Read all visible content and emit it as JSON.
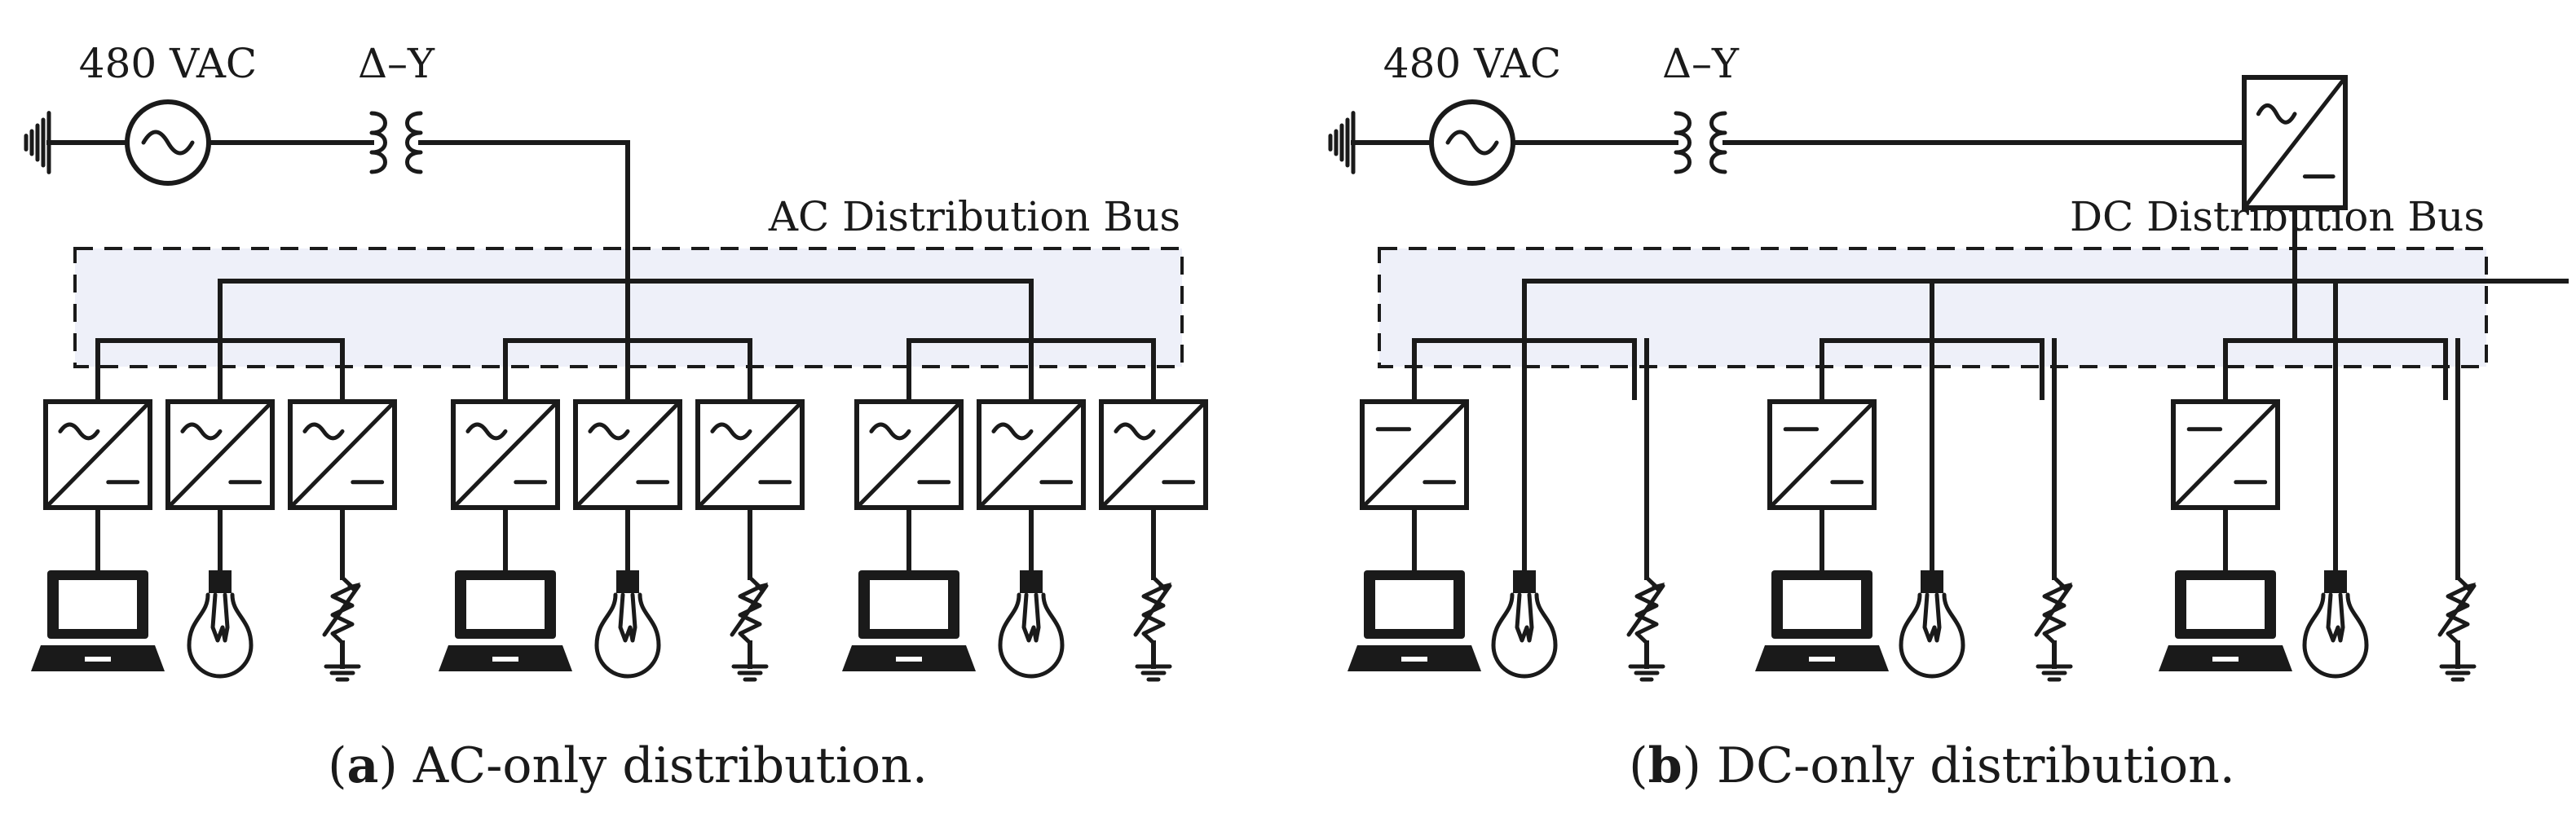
{
  "panels": [
    {
      "id": "a",
      "source_label": "480 VAC",
      "transformer_label": "Δ–Y",
      "bus_label": "AC Distribution Bus",
      "caption_letter": "a",
      "caption_text": "AC-only distribution.",
      "bus_type": "ac",
      "groups": 3,
      "loads": [
        "laptop",
        "bulb",
        "resistor"
      ]
    },
    {
      "id": "b",
      "source_label": "480 VAC",
      "transformer_label": "Δ–Y",
      "bus_label": "DC Distribution Bus",
      "caption_letter": "b",
      "caption_text": "DC-only distribution.",
      "bus_type": "dc",
      "groups": 3,
      "loads": [
        "laptop",
        "bulb",
        "resistor"
      ]
    }
  ],
  "icons": {
    "source": "ac-source-icon",
    "ground": "ground-icon",
    "transformer": "transformer-icon",
    "converter_ac": "ac-dc-converter-icon",
    "converter_dc": "dc-dc-converter-icon",
    "rectifier": "rectifier-icon",
    "laptop": "laptop-icon",
    "bulb": "light-bulb-icon",
    "resistor": "variable-resistor-icon"
  },
  "colors": {
    "ink": "#1a1a1a",
    "bus_fill": "#eef0f9"
  }
}
